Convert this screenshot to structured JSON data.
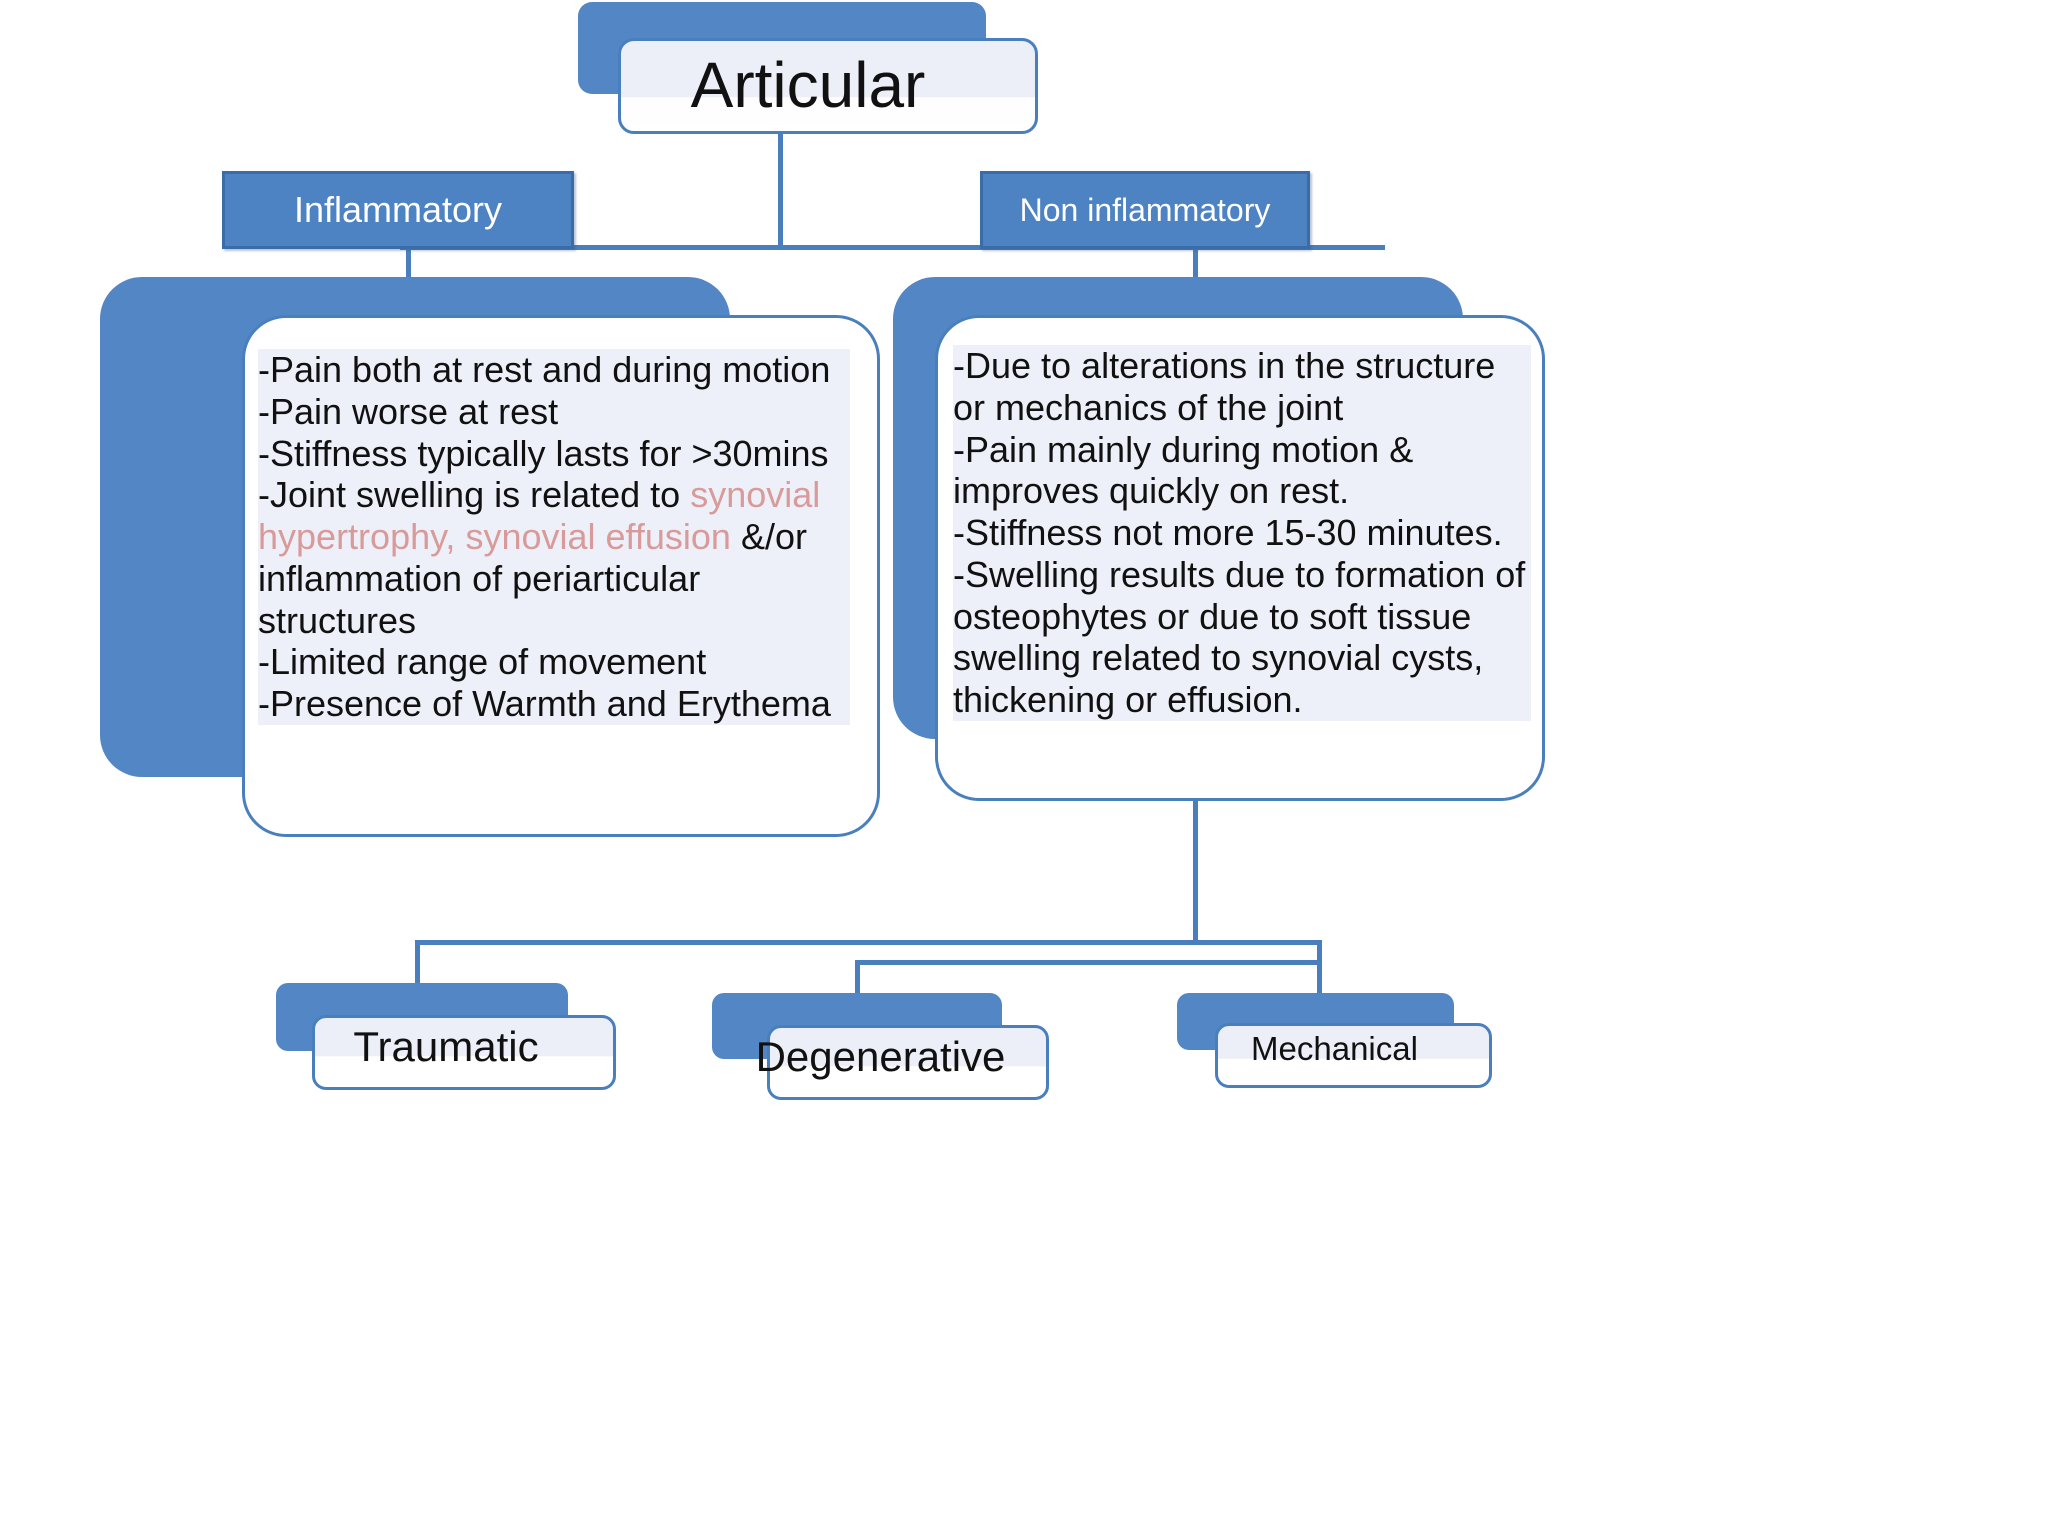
{
  "diagram": {
    "title": "Articular",
    "root": {
      "label": "Articular"
    },
    "branches": {
      "inflammatory": {
        "label": "Inflammatory"
      },
      "non_inflammatory": {
        "label": "Non inflammatory"
      }
    },
    "panels": {
      "inflammatory": {
        "lines": [
          "-Pain both at rest and during motion",
          "-Pain worse at rest",
          "-Stiffness typically lasts for >30mins",
          "-Joint swelling is related to synovial hypertrophy, synovial effusion &/or inflammation of periarticular structures",
          "-Limited range of movement",
          "-Presence of Warmth and Erythema"
        ],
        "segments": [
          {
            "text": "-Pain both at rest and during motion",
            "highlight": false
          },
          {
            "text": "-Pain worse at rest",
            "highlight": false
          },
          {
            "text": "-Stiffness typically lasts for >30mins",
            "highlight": false
          },
          {
            "text": "-Joint swelling is related to ",
            "highlight": false
          },
          {
            "text": "synovial hypertrophy, synovial effusion",
            "highlight": true
          },
          {
            "text": " &/or inflammation of periarticular structures",
            "highlight": false
          },
          {
            "text": "-Limited range of movement",
            "highlight": false
          },
          {
            "text": "-Presence of Warmth and Erythema",
            "highlight": false
          }
        ],
        "line1": "-Pain both at rest and during motion",
        "line2": "-Pain worse at rest",
        "line3": "-Stiffness typically lasts for >30mins",
        "line4_pre": "-Joint swelling is related to ",
        "line4_hl": "synovial hypertrophy, synovial effusion",
        "line4_post": " &/or inflammation of periarticular structures",
        "line5": "-Limited range of movement",
        "line6": "-Presence of Warmth and Erythema"
      },
      "non_inflammatory": {
        "lines": [
          "-Due to alterations in the structure or mechanics of the joint",
          "-Pain mainly during motion & improves quickly on rest.",
          "-Stiffness not more 15-30 minutes.",
          "-Swelling results due to formation of osteophytes or due to soft tissue swelling related to synovial cysts, thickening or effusion."
        ],
        "line1": "-Due to alterations in the structure or mechanics of the joint",
        "line2": "-Pain mainly during motion & improves quickly on rest.",
        "line3": "-Stiffness not more 15-30 minutes.",
        "line4": "-Swelling results due to formation of osteophytes or due to soft tissue swelling related to synovial cysts, thickening or effusion."
      }
    },
    "leaves": [
      {
        "label": "Traumatic"
      },
      {
        "label": "Degenerative"
      },
      {
        "label": "Mechanical"
      }
    ],
    "colors": {
      "slab_blue": "#5386c4",
      "flat_blue": "#4d82c3",
      "border_blue": "#4a7fbe",
      "connector_blue": "#35689e",
      "card_fill": "#eceff7",
      "highlight_pink": "#d99a9a",
      "text_dark": "#111111",
      "text_light": "#ffffff"
    }
  }
}
